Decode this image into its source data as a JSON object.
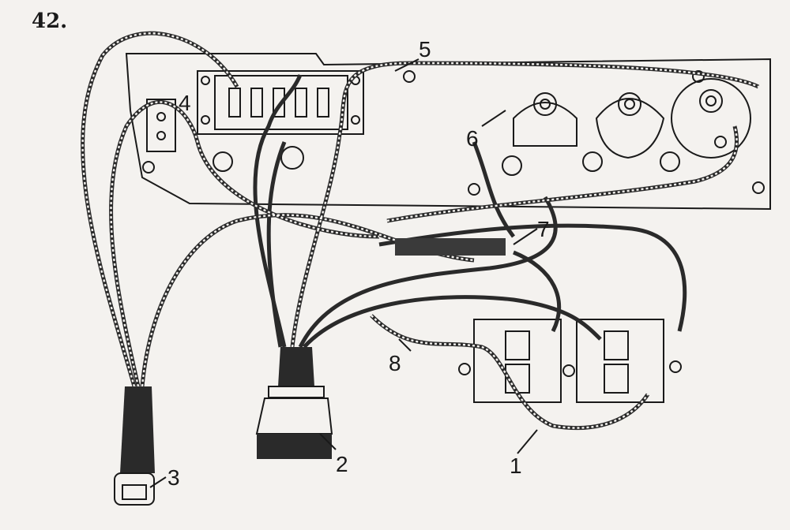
{
  "figure_number": "42.",
  "callouts": {
    "c1": "1",
    "c2": "2",
    "c3": "3",
    "c4": "4",
    "c5": "5",
    "c6": "6",
    "c7": "7",
    "c8": "8"
  },
  "colors": {
    "ink": "#1a1a1a",
    "paper": "#f4f2ef"
  }
}
